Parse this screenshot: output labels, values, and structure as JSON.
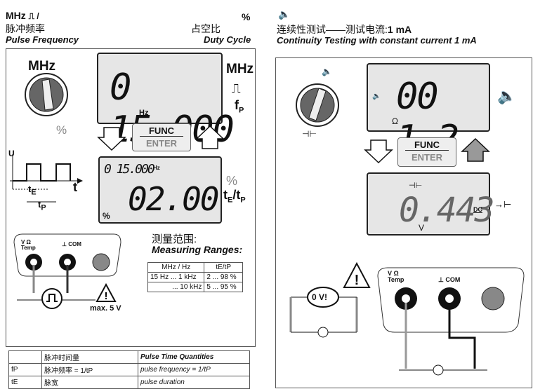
{
  "left": {
    "hdr_mhz": "MHz",
    "hdr_cn": "脉冲频率",
    "hdr_en": "Pulse Frequency",
    "hdr_pct": "%",
    "hdr_duty_cn": "占空比",
    "hdr_duty_en": "Duty Cycle",
    "dial_top": "MHz",
    "dial_bottom": "%",
    "lcd1_value": "0 15.000",
    "lcd1_unit": "Hz",
    "lcd1_side": "MHz",
    "lcd1_side_sub": "f",
    "lcd1_side_sub2": "P",
    "func_top": "FUNC",
    "func_bottom": "ENTER",
    "lcd2_small": "0 15.000",
    "lcd2_small_unit": "Hz",
    "lcd2_value": "02.00",
    "lcd2_pct": "%",
    "lcd2_side_pct": "%",
    "lcd2_side_lbl": "t",
    "lcd2_side_lbl_e": "E",
    "lcd2_side_lbl_p": "P",
    "pulse_u": "U",
    "pulse_t": "t",
    "pulse_te": "t",
    "pulse_te_sub": "E",
    "pulse_tp": "t",
    "pulse_tp_sub": "P",
    "jack_v": "V Ω",
    "jack_temp": "Temp",
    "jack_com": "COM",
    "warn_text": "max. 5 V",
    "range_cn": "测量范围:",
    "range_en": "Measuring Ranges:",
    "range_table": {
      "headers": [
        "MHz / Hz",
        "tE/tP"
      ],
      "rows": [
        [
          "15 Hz ... 1 kHz",
          "2 ... 98 %"
        ],
        [
          "... 10 kHz",
          "5 ... 95 %"
        ]
      ]
    },
    "quantities": {
      "header_cn": "脉冲时间量",
      "header_en": "Pulse Time Quantities",
      "rows": [
        {
          "sym": "fP",
          "cn": "脉冲频率 = 1/tP",
          "en": "pulse frequency = 1/tP"
        },
        {
          "sym": "tE",
          "cn": "脉宽",
          "en": "pulse duration"
        }
      ]
    }
  },
  "right": {
    "hdr_icon": "speaker-icon",
    "hdr_cn": "连续性测试——测试电流:",
    "hdr_cn_b": "1 mA",
    "hdr_en": "Continuity Testing with constant current 1 mA",
    "lcd1_value": "00 1.2",
    "lcd1_unit": "Ω",
    "func_top": "FUNC",
    "func_bottom": "ENTER",
    "lcd2_value": "0.443",
    "lcd2_unit": "V",
    "lcd2_dc": "DC",
    "jack_v": "V Ω",
    "jack_temp": "Temp",
    "jack_com": "COM",
    "ov_text": "0 V!"
  }
}
